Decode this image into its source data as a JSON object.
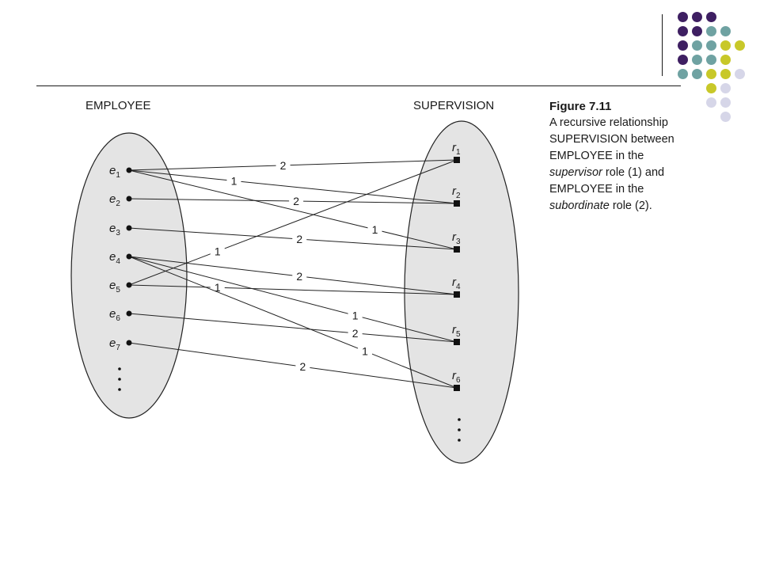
{
  "deco": {
    "colors": {
      "purple": "#3e1f62",
      "teal": "#6fa2a2",
      "lime": "#c8c829",
      "lavender": "#d6d6e8"
    },
    "dot_rows": [
      [
        "purple",
        "purple",
        "purple"
      ],
      [
        "purple",
        "purple",
        "teal",
        "teal"
      ],
      [
        "purple",
        "teal",
        "teal",
        "lime",
        "lime"
      ],
      [
        "purple",
        "teal",
        "teal",
        "lime"
      ],
      [
        "teal",
        "teal",
        "lime",
        "lime",
        "lavender"
      ],
      [
        "lime",
        "lavender"
      ],
      [
        "lavender",
        "lavender"
      ],
      [
        "lavender"
      ]
    ]
  },
  "diagram": {
    "left_set_label": "EMPLOYEE",
    "right_set_label": "SUPERVISION",
    "employees": [
      "e1",
      "e2",
      "e3",
      "e4",
      "e5",
      "e6",
      "e7"
    ],
    "relationships": [
      "r1",
      "r2",
      "r3",
      "r4",
      "r5",
      "r6"
    ],
    "links": [
      {
        "rel": "r1",
        "supervisor": "e5",
        "subordinate": "e1"
      },
      {
        "rel": "r2",
        "supervisor": "e1",
        "subordinate": "e2"
      },
      {
        "rel": "r3",
        "supervisor": "e1",
        "subordinate": "e3"
      },
      {
        "rel": "r4",
        "supervisor": "e5",
        "subordinate": "e4"
      },
      {
        "rel": "r5",
        "supervisor": "e4",
        "subordinate": "e6"
      },
      {
        "rel": "r6",
        "supervisor": "e4",
        "subordinate": "e7"
      }
    ],
    "role_labels": {
      "supervisor": "1",
      "subordinate": "2"
    },
    "ellipsis": "•\n•\n•"
  },
  "caption": {
    "title": "Figure 7.11",
    "lines": [
      "A recursive relationship",
      "SUPERVISION between",
      "EMPLOYEE in the",
      "role (1) and",
      "EMPLOYEE in the",
      "role (2)."
    ],
    "italic_supervisor": "supervisor",
    "italic_subordinate": "subordinate"
  }
}
